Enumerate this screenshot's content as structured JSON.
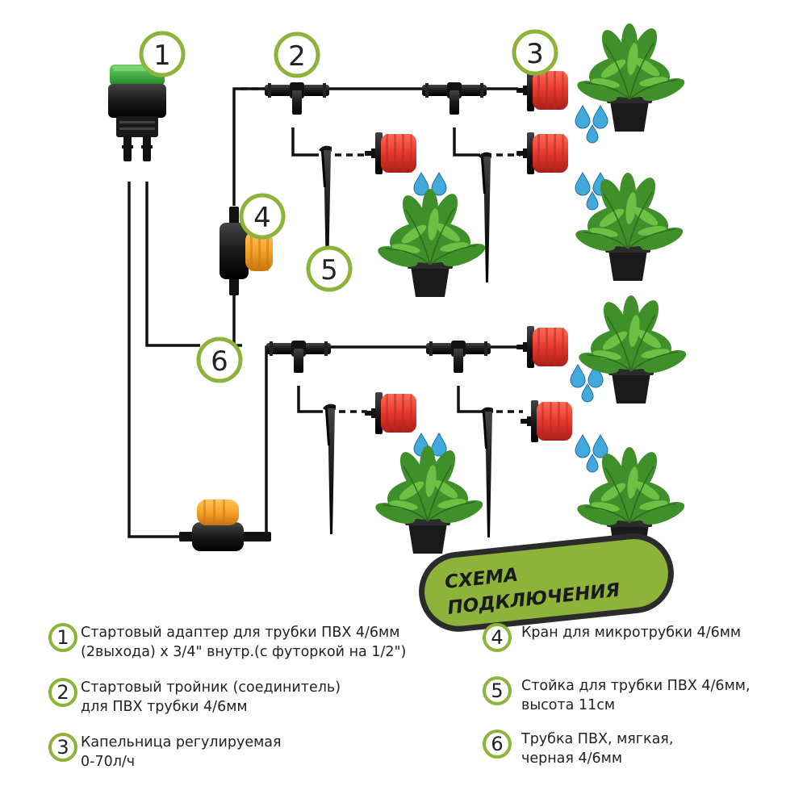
{
  "badge": {
    "line1": "СХЕМА",
    "line2": "ПОДКЛЮЧЕНИЯ"
  },
  "markers": [
    "1",
    "2",
    "3",
    "4",
    "5",
    "6"
  ],
  "legend": [
    {
      "num": "1",
      "line1": "Стартовый адаптер для трубки ПВХ 4/6мм",
      "line2": "(2выхода) х 3/4\" внутр.(с футоркой на 1/2\")"
    },
    {
      "num": "2",
      "line1": "Стартовый тройник (соединитель)",
      "line2": "для ПВХ трубки 4/6мм"
    },
    {
      "num": "3",
      "line1": "Капельница регулируемая",
      "line2": "0-70л/ч"
    },
    {
      "num": "4",
      "line1": "Кран для микротрубки 4/6мм",
      "line2": ""
    },
    {
      "num": "5",
      "line1": "Стойка для трубки ПВХ 4/6мм,",
      "line2": "высота 11см"
    },
    {
      "num": "6",
      "line1": "Трубка ПВХ, мягкая,",
      "line2": "черная 4/6мм"
    }
  ],
  "colors": {
    "accent_green": "#8db33a",
    "badge_fill": "#8db33a",
    "badge_border": "#2b2b2b",
    "tube": "#111111",
    "dripper_red": "#e8382e",
    "valve_orange": "#f5a127",
    "water_blue": "#42a9dc",
    "plant_green": "#3f8f2a"
  }
}
